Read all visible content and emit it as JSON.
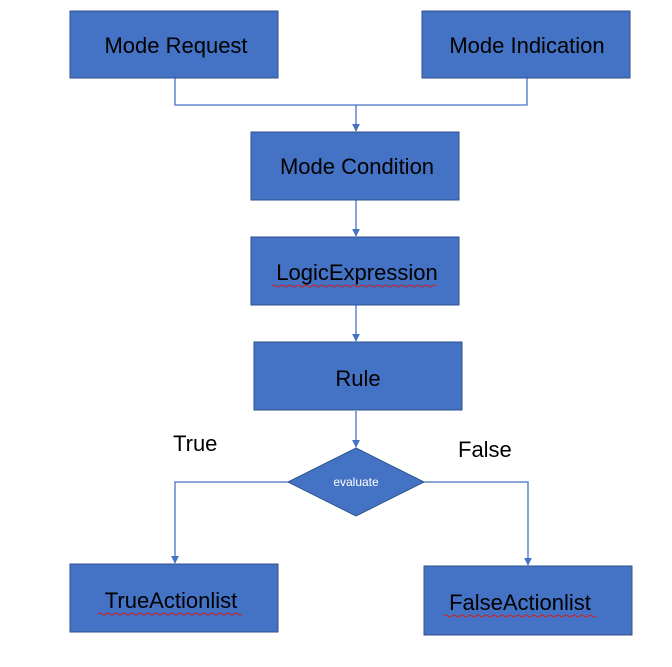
{
  "nodes": {
    "mode_request": "Mode Request",
    "mode_indication": "Mode Indication",
    "mode_condition": "Mode Condition",
    "logic_expression": "LogicExpression",
    "rule": "Rule",
    "evaluate": "evaluate",
    "true_actionlist": "TrueActionlist",
    "false_actionlist": "FalseActionlist"
  },
  "edges": {
    "true_label": "True",
    "false_label": "False"
  },
  "colors": {
    "box_fill": "#4472c4",
    "box_border": "#2f528f",
    "connector": "#4472c4",
    "spellcheck_underline": "#d02020"
  }
}
